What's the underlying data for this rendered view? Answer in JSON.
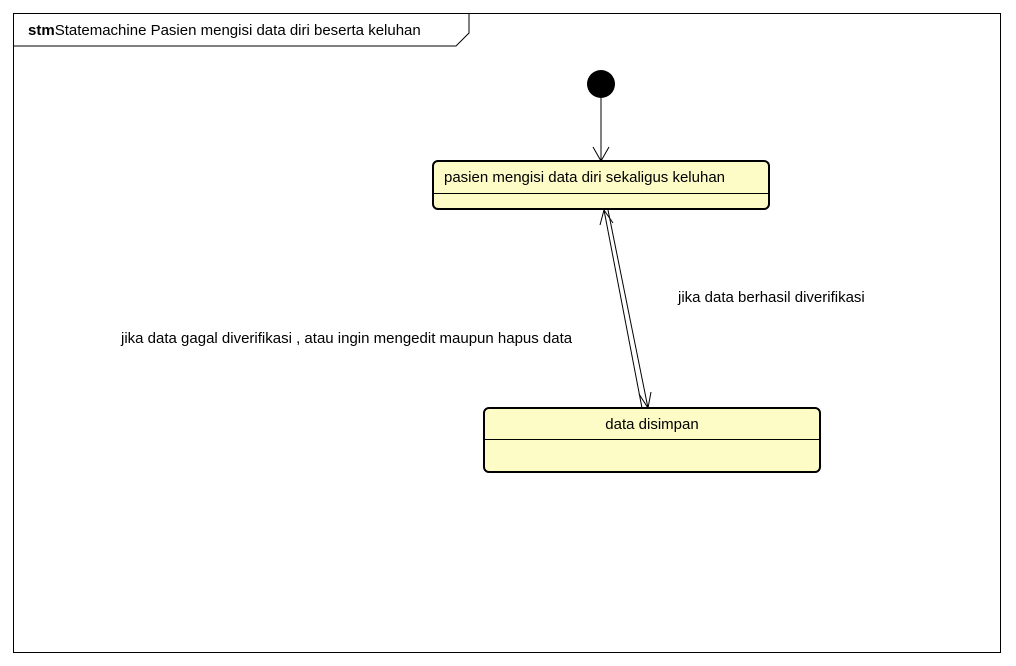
{
  "frame": {
    "keyword": "stm",
    "title": "Statemachine Pasien mengisi data diri beserta keluhan"
  },
  "states": {
    "fill_state": {
      "name": "pasien mengisi data diri sekaligus keluhan"
    },
    "saved_state": {
      "name": "data disimpan"
    }
  },
  "transitions": {
    "success_label": "jika data berhasil diverifikasi",
    "failure_label": "jika data gagal diverifikasi , atau ingin mengedit maupun hapus data"
  },
  "colors": {
    "state_fill": "#fdfbc6",
    "line": "#000000"
  }
}
